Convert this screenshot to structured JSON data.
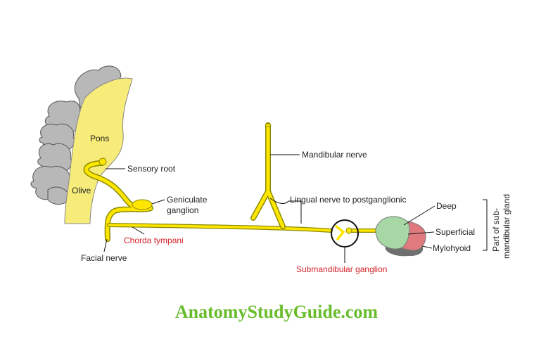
{
  "labels": {
    "pons": "Pons",
    "olive": "Olive",
    "sensory_root": "Sensory root",
    "geniculate_1": "Geniculate",
    "geniculate_2": "ganglion",
    "mandibular_nerve": "Mandibular nerve",
    "lingual_nerve": "Lingual nerve to postganglionic",
    "chorda_tympani": "Chorda tympani",
    "facial_nerve": "Facial nerve",
    "submandibular_ganglion": "Submandibular ganglion",
    "deep": "Deep",
    "superficial": "Superficial",
    "mylohyoid": "Mylohyoid",
    "gland_1": "Part of sub-",
    "gland_2": "mandibular gland"
  },
  "watermark": "AnatomyStudyGuide.com",
  "colors": {
    "nerve": "#ffe600",
    "brain": "#f7ec7a",
    "gray_tissue": "#a9a9a9",
    "gland_green": "#a7d7a4",
    "gland_red": "#e07a7e",
    "accent_red": "#d2232a",
    "watermark_green": "#69bd2c"
  }
}
